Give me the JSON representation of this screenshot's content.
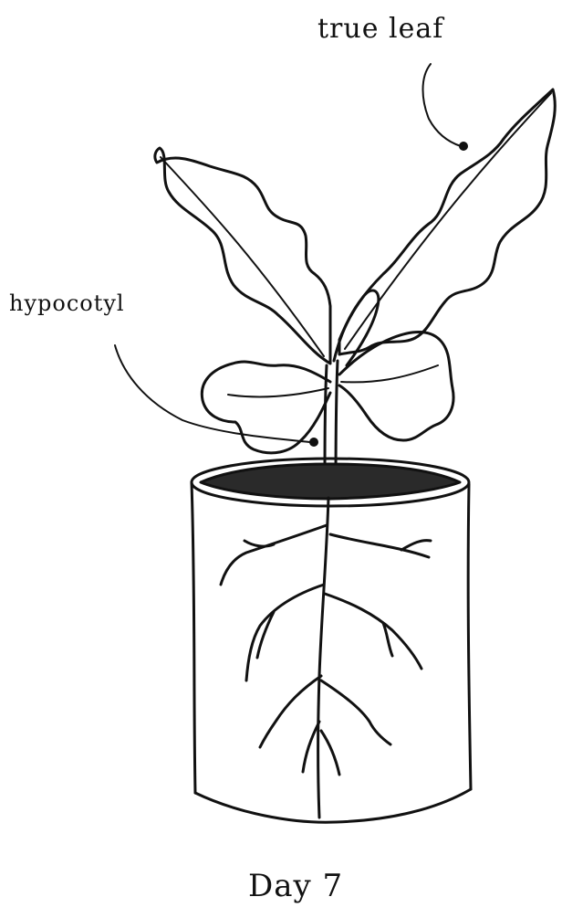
{
  "labels": {
    "true_leaf": "true leaf",
    "hypocotyl": "hypocotyl",
    "caption": "Day 7"
  },
  "colors": {
    "ink": "#111111",
    "soil": "#2a2a2a",
    "background": "#ffffff"
  }
}
